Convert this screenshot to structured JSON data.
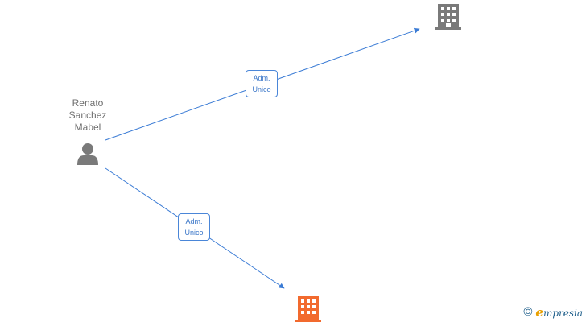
{
  "nodes": {
    "person": {
      "name_lines": [
        "Renato",
        "Sanchez",
        "Mabel"
      ],
      "icon": "person-icon",
      "color": "#7a7a7a"
    },
    "company_top": {
      "icon": "building-icon",
      "color": "#7a7a7a"
    },
    "company_bottom": {
      "icon": "building-icon",
      "color": "#f26a2e"
    }
  },
  "edges": [
    {
      "from": "person",
      "to": "company_top",
      "label_lines": [
        "Adm.",
        "Unico"
      ]
    },
    {
      "from": "person",
      "to": "company_bottom",
      "label_lines": [
        "Adm.",
        "Unico"
      ]
    }
  ],
  "edge_color": "#3a7bd5",
  "watermark": {
    "symbol": "©",
    "brand_initial": "e",
    "brand_rest": "mpresia"
  }
}
